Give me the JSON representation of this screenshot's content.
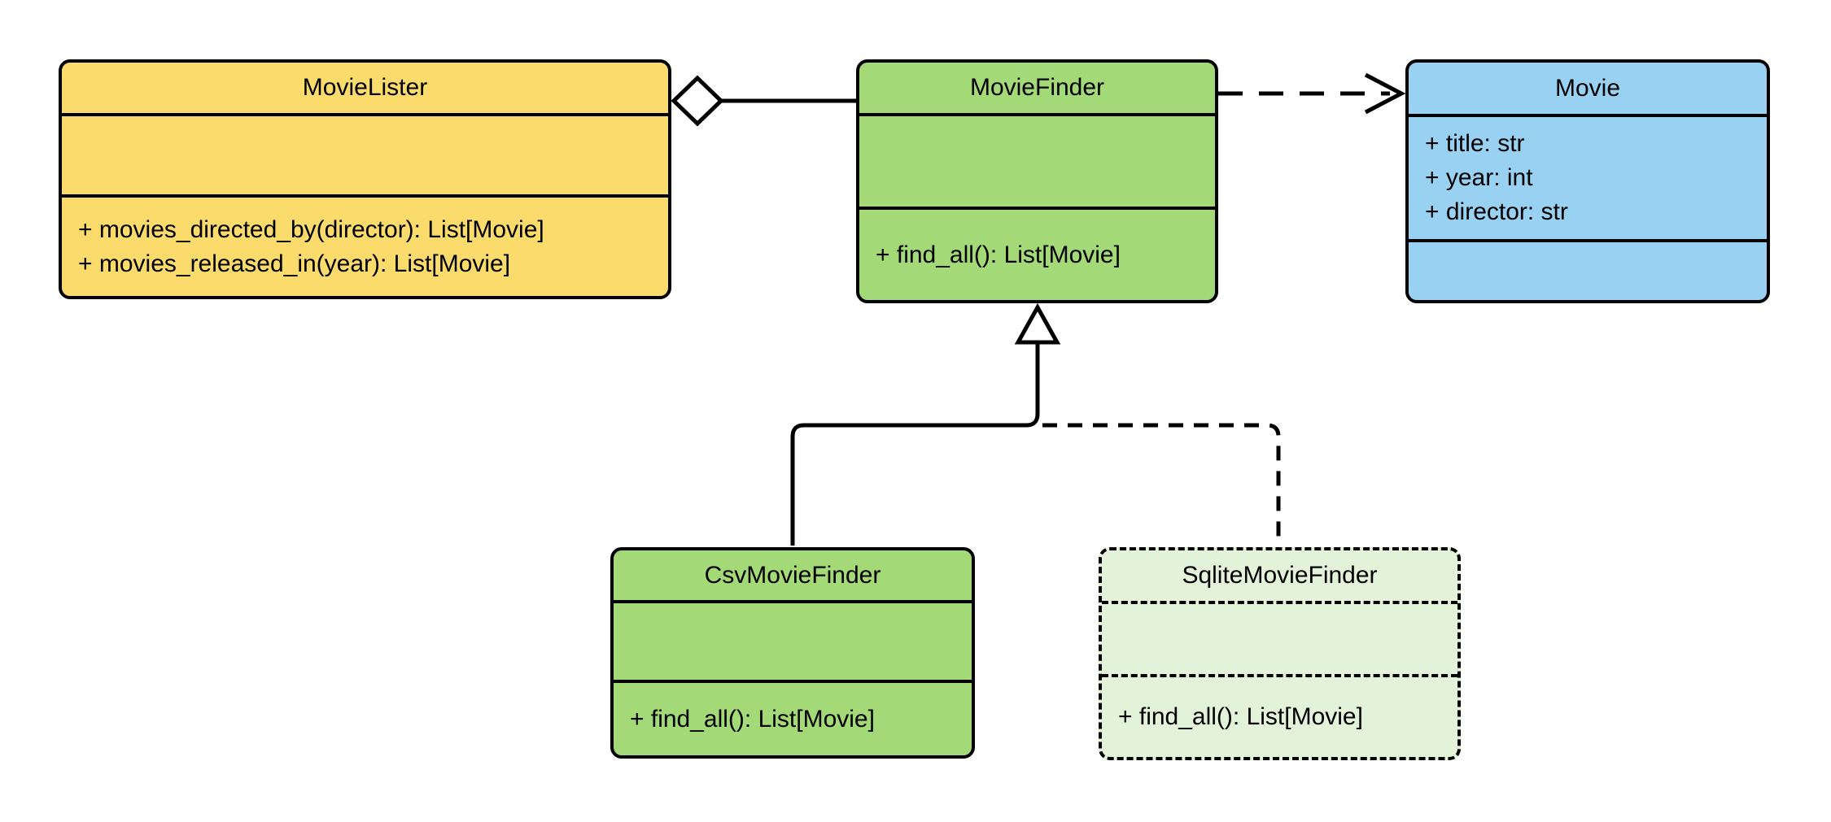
{
  "diagram": {
    "background": "#ffffff",
    "line_color": "#000000",
    "classes": [
      {
        "name": "MovieLister",
        "fill": "#fcdb6d",
        "border_style": "solid",
        "attributes": [],
        "methods": [
          "+ movies_directed_by(director): List[Movie]",
          "+ movies_released_in(year): List[Movie]"
        ]
      },
      {
        "name": "MovieFinder",
        "fill": "#a3d977",
        "border_style": "solid",
        "attributes": [],
        "methods": [
          "+ find_all(): List[Movie]"
        ]
      },
      {
        "name": "Movie",
        "fill": "#98d1f1",
        "border_style": "solid",
        "attributes": [
          "+ title: str",
          "+ year: int",
          "+ director: str"
        ],
        "methods": []
      },
      {
        "name": "CsvMovieFinder",
        "fill": "#a3d977",
        "border_style": "solid",
        "attributes": [],
        "methods": [
          "+ find_all(): List[Movie]"
        ]
      },
      {
        "name": "SqliteMovieFinder",
        "fill": "#e2f3da",
        "border_style": "dashed",
        "attributes": [],
        "methods": [
          "+ find_all(): List[Movie]"
        ]
      }
    ],
    "relationships": [
      {
        "type": "aggregation",
        "from": "MovieLister",
        "to": "MovieFinder",
        "line": "solid"
      },
      {
        "type": "dependency",
        "from": "MovieFinder",
        "to": "Movie",
        "line": "dashed"
      },
      {
        "type": "inheritance",
        "from": "CsvMovieFinder",
        "to": "MovieFinder",
        "line": "solid"
      },
      {
        "type": "inheritance",
        "from": "SqliteMovieFinder",
        "to": "MovieFinder",
        "line": "dashed"
      }
    ]
  }
}
